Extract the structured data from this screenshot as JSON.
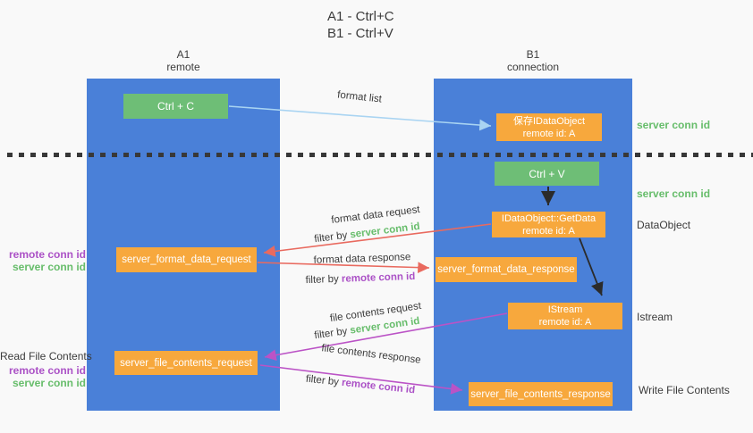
{
  "title": {
    "line1": "A1 - Ctrl+C",
    "line2": "B1 - Ctrl+V"
  },
  "columns": {
    "a1": {
      "title": "A1",
      "subtitle": "remote"
    },
    "b1": {
      "title": "B1",
      "subtitle": "connection"
    }
  },
  "nodes": {
    "ctrl_c": {
      "label": "Ctrl + C"
    },
    "ctrl_v": {
      "label": "Ctrl + V"
    },
    "save_idataobject": {
      "line1": "保存IDataObject",
      "line2": "remote id: A"
    },
    "idataobject_getdata": {
      "line1": "IDataObject::GetData",
      "line2": "remote id: A"
    },
    "istream": {
      "line1": "IStream",
      "line2": "remote id: A"
    },
    "server_format_data_request": {
      "label": "server_format_data_request"
    },
    "server_format_data_response": {
      "label": "server_format_data_response"
    },
    "server_file_contents_request": {
      "label": "server_file_contents_request"
    },
    "server_file_contents_response": {
      "label": "server_file_contents_response"
    }
  },
  "arrow_labels": {
    "format_list": {
      "label": "format list"
    },
    "format_data_request": {
      "label": "format data request",
      "filter_prefix": "filter by ",
      "filter_key": "server conn id"
    },
    "format_data_response": {
      "label": "format data response",
      "filter_prefix": "filter by ",
      "filter_key": "remote conn id"
    },
    "file_contents_request": {
      "label": "file contents request",
      "filter_prefix": "filter by ",
      "filter_key": "server conn id"
    },
    "file_contents_response": {
      "label": "file contents response",
      "filter_prefix": "filter by ",
      "filter_key": "remote conn id"
    }
  },
  "side_labels": {
    "right_server_conn_id_top": "server conn id",
    "right_server_conn_id_mid": "server conn id",
    "right_dataobject": "DataObject",
    "right_istream": "Istream",
    "right_write_file_contents": "Write File Contents",
    "left_remote_conn_id_1": "remote conn id",
    "left_server_conn_id_1": "server conn id",
    "left_read_file_contents": "Read File Contents",
    "left_remote_conn_id_2": "remote conn id",
    "left_server_conn_id_2": "server conn id"
  },
  "colors": {
    "column_blue": "#4a80d8",
    "box_green": "#6ebe76",
    "box_orange": "#f7a83d",
    "text_green": "#67bd6b",
    "text_purple": "#ab51c6",
    "arrow_red": "#e96a5f",
    "arrow_magenta": "#bb53c6",
    "arrow_blue": "#a9d4f2",
    "arrow_black": "#2b2b2b",
    "bg": "#f9f9f9",
    "ink": "#3b3b3b"
  }
}
